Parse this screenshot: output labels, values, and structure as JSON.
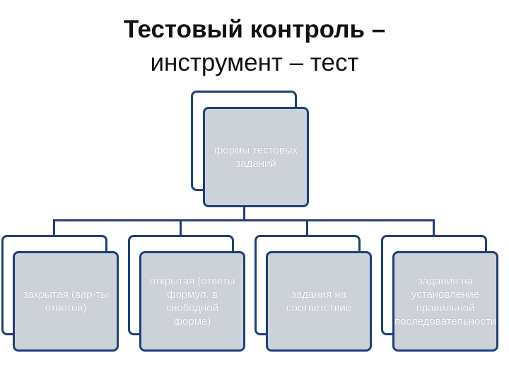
{
  "slide": {
    "title_line1": "Тестовый контроль –",
    "title_line2": "инструмент – тест"
  },
  "diagram": {
    "root": "формы тестовых заданий",
    "children": [
      "закрытая (вар-ты ответов)",
      "открытая (ответы формул. в свободной форме)",
      "задания на соответствие",
      "задания на установление правильной последовательности"
    ],
    "colors": {
      "border": "#1f3f77",
      "box_fill": "#cdd2d9",
      "text": "#ffffff"
    }
  }
}
